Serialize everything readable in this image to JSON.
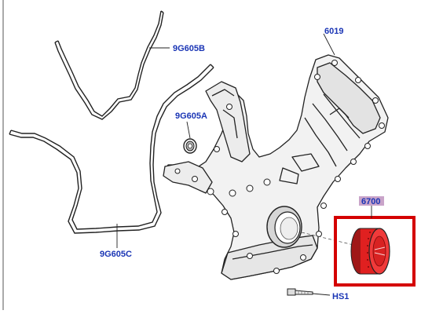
{
  "diagram": {
    "callouts": [
      {
        "id": "6019",
        "label": "6019",
        "selected": false
      },
      {
        "id": "9G605B",
        "label": "9G605B",
        "selected": false
      },
      {
        "id": "9G605A",
        "label": "9G605A",
        "selected": false
      },
      {
        "id": "6700",
        "label": "6700",
        "selected": true
      },
      {
        "id": "9G605C",
        "label": "9G605C",
        "selected": false
      },
      {
        "id": "HS1",
        "label": "HS1",
        "selected": false
      }
    ],
    "colors": {
      "callout_text": "#1a35b5",
      "callout_highlight_bg": "#c9a4c9",
      "selection_box": "#d40000",
      "seal_part": "#e02020",
      "line_art": "#222222"
    }
  }
}
